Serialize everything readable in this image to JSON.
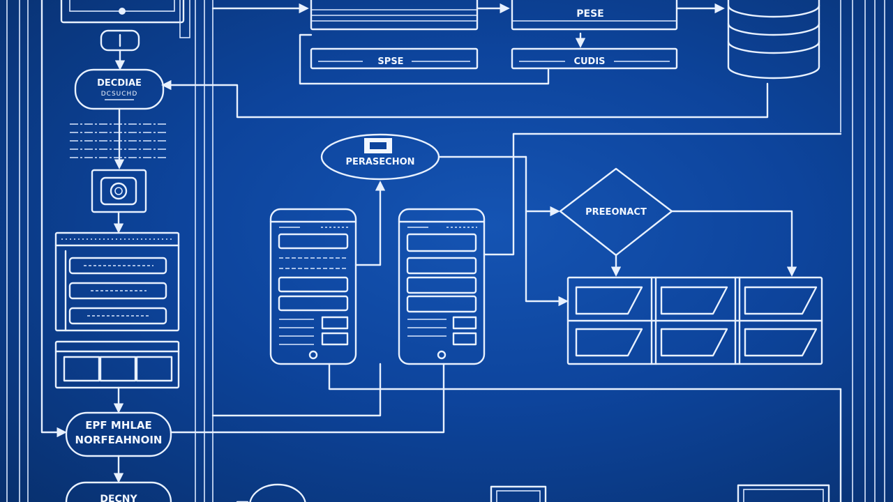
{
  "labels": {
    "top_card_title": "PESE",
    "top_card_sub": "CUDIS",
    "top_left_bar": "SPSE",
    "decide_title": "DECDIAE",
    "decide_sub": "DCSUCHD",
    "ellipse_label": "PERASECHON",
    "diamond_label": "PREEONACT",
    "bottom_pill_line1": "EPF MHLAE",
    "bottom_pill_line2": "NORFEAHNOIN",
    "bottom_pill_partial": "DECNY"
  },
  "colors": {
    "background": "#0d449c",
    "line": "#e8f1ff"
  }
}
